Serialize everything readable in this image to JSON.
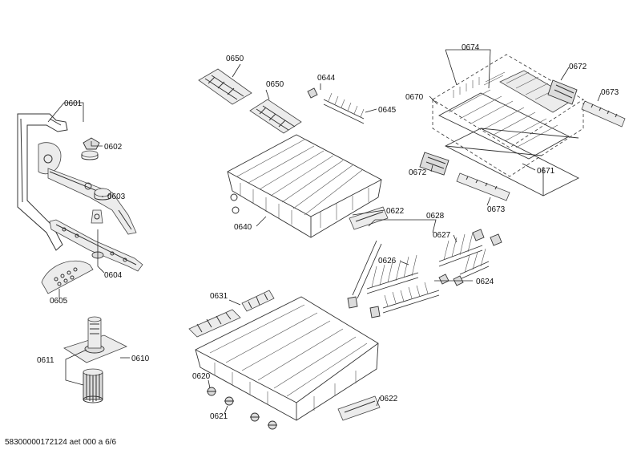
{
  "callouts": {
    "c0601": "0601",
    "c0602": "0602",
    "c0603": "0603",
    "c0604": "0604",
    "c0605": "0605",
    "c0610": "0610",
    "c0611": "0611",
    "c0620": "0620",
    "c0621": "0621",
    "c0622a": "0622",
    "c0622b": "0622",
    "c0624": "0624",
    "c0626": "0626",
    "c0627": "0627",
    "c0628": "0628",
    "c0631": "0631",
    "c0640": "0640",
    "c0644": "0644",
    "c0645": "0645",
    "c0650a": "0650",
    "c0650b": "0650",
    "c0670": "0670",
    "c0671": "0671",
    "c0672a": "0672",
    "c0672b": "0672",
    "c0673a": "0673",
    "c0673b": "0673",
    "c0674": "0674"
  },
  "footer": {
    "doc_ref": "58300000172124 aet 000 a 6/6"
  }
}
